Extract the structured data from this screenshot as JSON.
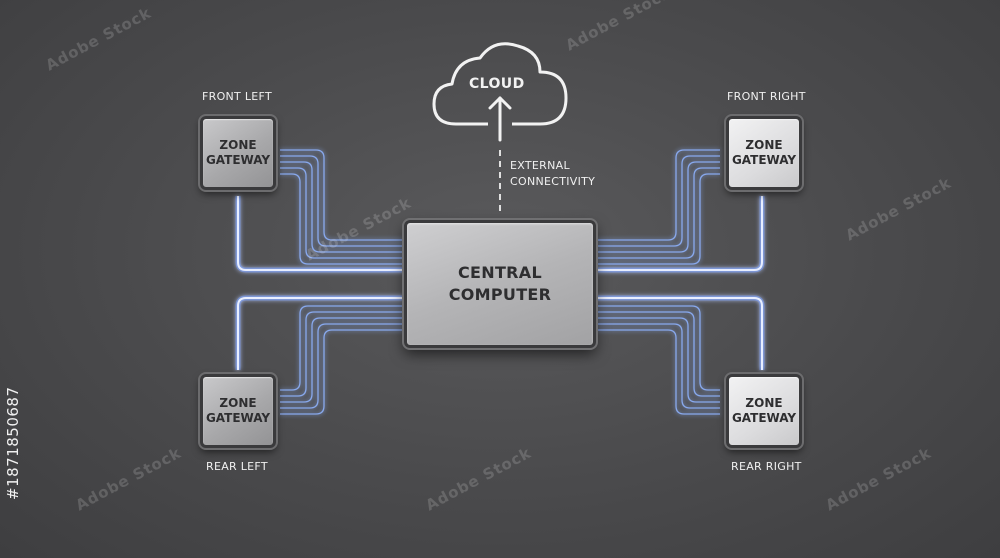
{
  "cloud": {
    "label": "CLOUD"
  },
  "external": {
    "label": "EXTERNAL\nCONNECTIVITY"
  },
  "central": {
    "label": "CENTRAL\nCOMPUTER"
  },
  "zones": [
    {
      "position": "FRONT LEFT",
      "label": "ZONE\nGATEWAY"
    },
    {
      "position": "FRONT RIGHT",
      "label": "ZONE\nGATEWAY"
    },
    {
      "position": "REAR LEFT",
      "label": "ZONE\nGATEWAY"
    },
    {
      "position": "REAR RIGHT",
      "label": "ZONE\nGATEWAY"
    }
  ],
  "watermark": {
    "text": "Adobe Stock"
  },
  "stock_id": {
    "text": "#1871850687"
  },
  "colors": {
    "background": "#4a4a4c",
    "glow": "#6f9dff",
    "trace_core": "#e8eeff",
    "chip_text": "#2e2e30",
    "label_text": "#f0f0f0"
  },
  "icons": [
    "cloud-icon",
    "upload-arrow-icon"
  ]
}
